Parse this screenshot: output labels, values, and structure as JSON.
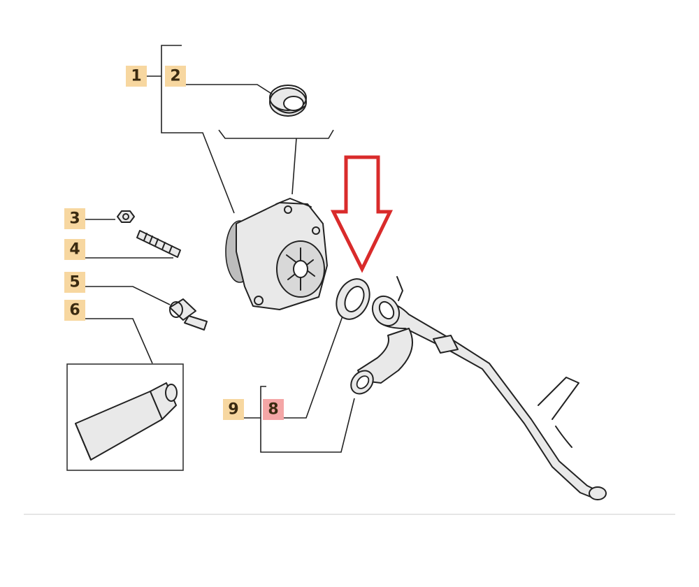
{
  "labels": {
    "l1": {
      "text": "1",
      "color": "#f7d7a0"
    },
    "l2": {
      "text": "2",
      "color": "#f7d7a0"
    },
    "l3": {
      "text": "3",
      "color": "#f7d7a0"
    },
    "l4": {
      "text": "4",
      "color": "#f7d7a0"
    },
    "l5": {
      "text": "5",
      "color": "#f7d7a0"
    },
    "l6": {
      "text": "6",
      "color": "#f7d7a0"
    },
    "l9": {
      "text": "9",
      "color": "#f7d7a0"
    },
    "l8": {
      "text": "8",
      "color": "#f4a6a6"
    }
  },
  "colors": {
    "highlight_arrow": "#d92b2b",
    "line": "#222222"
  },
  "icons": {
    "arrow": "down-arrow-icon",
    "pump": "water-pump-icon",
    "plug": "rubber-plug-icon",
    "nut": "nut-icon",
    "stud": "stud-bolt-icon",
    "sensor": "temperature-sensor-icon",
    "tube": "sealant-tube-icon",
    "gasket": "o-ring-gasket-icon",
    "pipe": "coolant-pipe-icon"
  }
}
